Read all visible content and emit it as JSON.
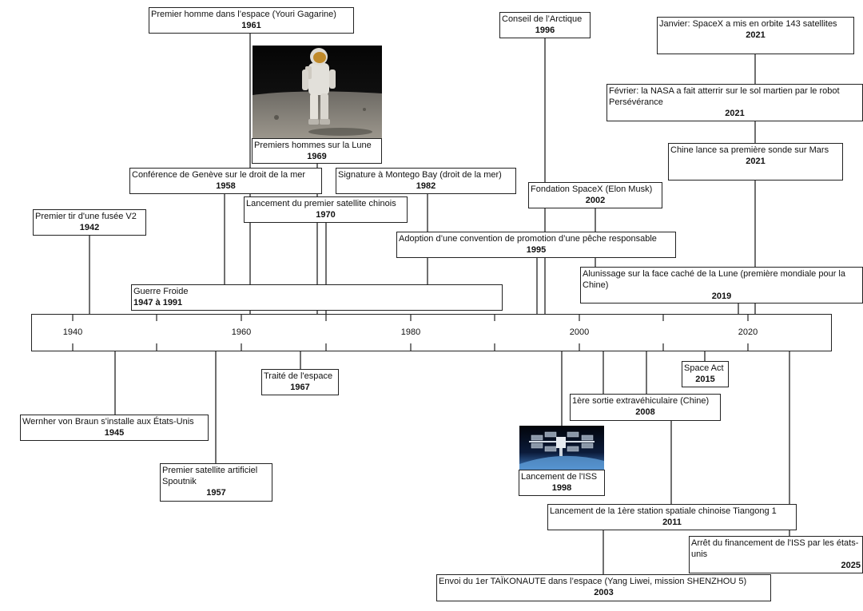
{
  "axis": {
    "ticks": [
      "1940",
      "1960",
      "1980",
      "2000",
      "2020"
    ]
  },
  "events_above": [
    {
      "id": "gagarine",
      "label": "Premier homme dans l’espace (Youri Gagarine)",
      "year": "1961"
    },
    {
      "id": "lune",
      "label": "Premiers hommes sur la Lune",
      "year": "1969"
    },
    {
      "id": "geneve",
      "label": "Conférence de Genève sur le droit de la mer",
      "year": "1958"
    },
    {
      "id": "montego",
      "label": "Signature à Montego Bay (droit de la mer)",
      "year": "1982"
    },
    {
      "id": "v2",
      "label": "Premier tir d'une fusée V2",
      "year": "1942"
    },
    {
      "id": "chinois",
      "label": "Lancement du premier satellite chinois",
      "year": "1970"
    },
    {
      "id": "peche",
      "label": "Adoption d’une convention de promotion d’une pêche responsable",
      "year": "1995"
    },
    {
      "id": "froide",
      "label": "Guerre Froide",
      "year": "1947 à 1991"
    },
    {
      "id": "arctique",
      "label": "Conseil de l’Arctique",
      "year": "1996"
    },
    {
      "id": "spacex",
      "label": "Fondation SpaceX (Elon Musk)",
      "year": "2002"
    },
    {
      "id": "janvier",
      "label": "Janvier: SpaceX a mis en orbite 143 satellites",
      "year": "2021"
    },
    {
      "id": "fevrier",
      "label": "Février: la NASA a fait atterrir sur le sol martien par le robot Persévérance",
      "year": "2021"
    },
    {
      "id": "mars",
      "label": "Chine lance sa première sonde sur Mars",
      "year": "2021"
    },
    {
      "id": "face",
      "label": "Alunissage sur la face caché de la Lune (première mondiale pour la Chine)",
      "year": "2019"
    }
  ],
  "events_below": [
    {
      "id": "espace",
      "label": "Traité de l'espace",
      "year": "1967"
    },
    {
      "id": "braun",
      "label": "Wernher von Braun s'installe aux États-Unis",
      "year": "1945"
    },
    {
      "id": "spoutnik",
      "label": "Premier satellite artificiel Spoutnik",
      "year": "1957"
    },
    {
      "id": "spaceact",
      "label": "Space Act",
      "year": "2015"
    },
    {
      "id": "sortie",
      "label": "1ère sortie extravéhiculaire (Chine)",
      "year": "2008"
    },
    {
      "id": "iss",
      "label": "Lancement de l'ISS",
      "year": "1998"
    },
    {
      "id": "tiangong",
      "label": "Lancement de la 1ère station spatiale chinoise Tiangong 1",
      "year": "2011"
    },
    {
      "id": "arret",
      "label": "Arrêt du financement de l'ISS par les états-unis",
      "year": "2025"
    },
    {
      "id": "yang",
      "label": "Envoi du 1er TAÏKONAUTE dans l’espace (Yang Liwei, mission SHENZHOU 5)",
      "year": "2003"
    }
  ],
  "photos": {
    "moon": "moon-astronaut-photo",
    "iss": "iss-station-photo"
  }
}
